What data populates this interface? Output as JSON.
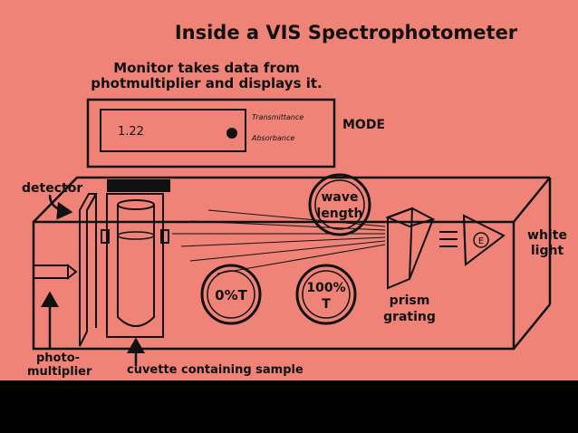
{
  "title": "Inside a VIS Spectrophotometer",
  "monitor": {
    "caption_line1": "Monitor takes data from",
    "caption_line2": "photmultiplier and displays it.",
    "reading": "1.22",
    "option_transmittance": "Transmittance",
    "option_absorbance": "Absorbance",
    "mode_label": "MODE"
  },
  "labels": {
    "detector": "detector",
    "wavelength_line1": "wave",
    "wavelength_line2": "length",
    "white_light_line1": "white",
    "white_light_line2": "light",
    "zero_t": "0%T",
    "hundred_t_line1": "100%",
    "hundred_t_line2": "T",
    "prism_line1": "prism",
    "prism_line2": "grating",
    "photomultiplier_line1": "photo-",
    "photomultiplier_line2": "multiplier",
    "cuvette": "cuvette containing sample",
    "bulb": "E"
  },
  "colors": {
    "background": "#f08377",
    "ink": "#111111",
    "letterbox": "#000000"
  }
}
